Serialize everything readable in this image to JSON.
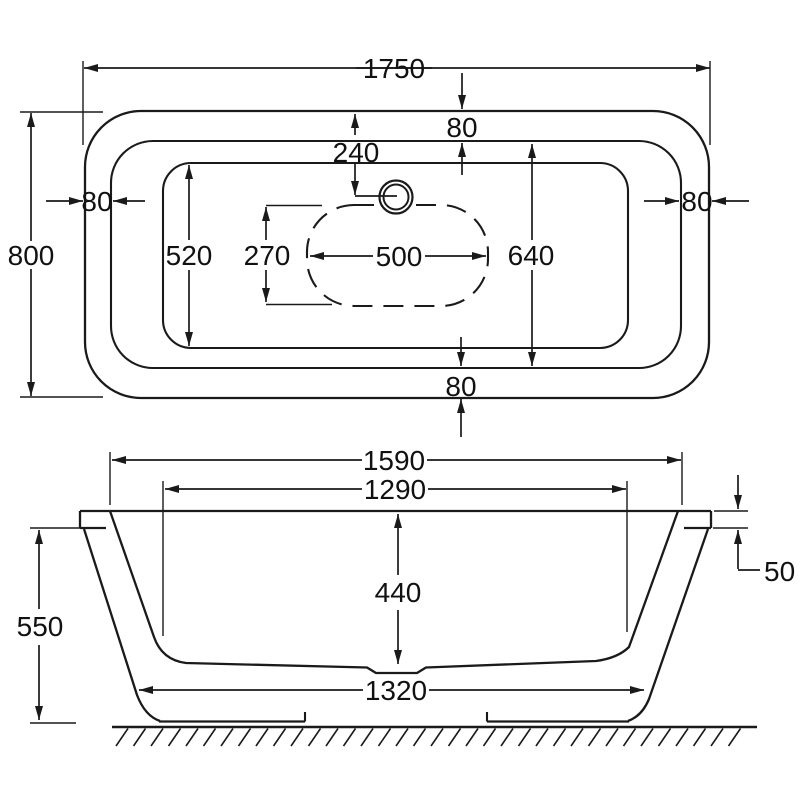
{
  "drawing": {
    "plan": {
      "overall_length": "1750",
      "overall_width": "800",
      "rim_top": "80",
      "rim_left": "80",
      "rim_right": "80",
      "rim_bottom": "80",
      "waste_offset": "240",
      "inner_opening_width": "520",
      "recess_width": "270",
      "recess_length": "500",
      "inner_rim_width": "640"
    },
    "elevation": {
      "rim_inner_length": "1590",
      "opening_length": "1290",
      "internal_depth": "440",
      "body_height": "550",
      "rim_drop": "50",
      "base_length": "1320"
    }
  }
}
